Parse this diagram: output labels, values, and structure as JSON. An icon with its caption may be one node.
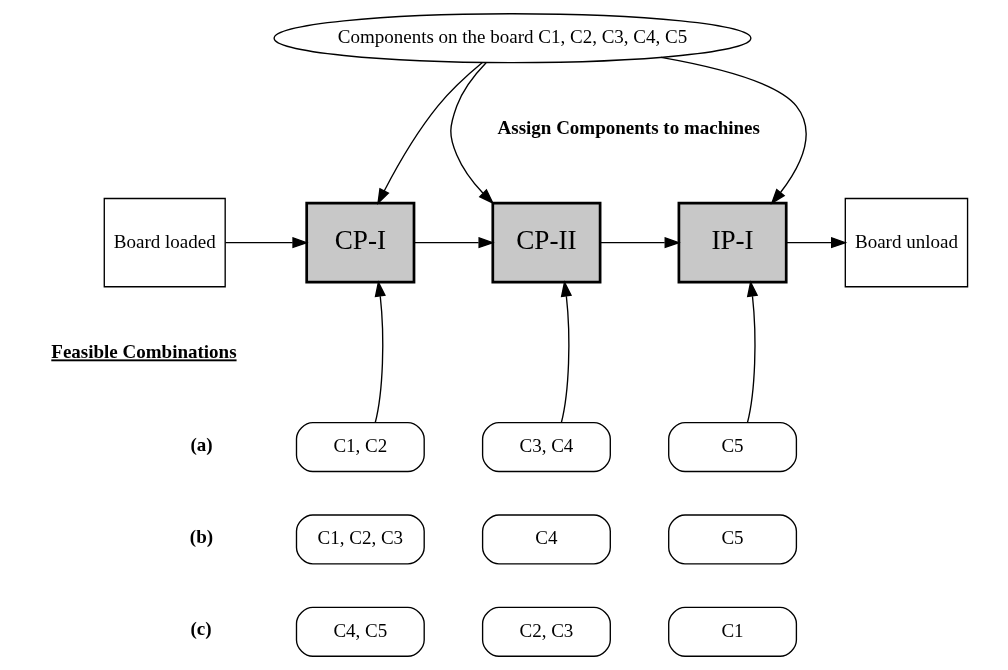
{
  "diagram": {
    "nodes": [
      {
        "text": [
          "Components on the board C1, C2, C3, C4, C5"
        ]
      },
      {
        "text": [
          "Board loaded"
        ]
      },
      {
        "text": [
          "CP-I"
        ]
      },
      {
        "text": [
          "CP-II"
        ]
      },
      {
        "text": [
          "IP-I"
        ]
      },
      {
        "text": [
          "Board unload"
        ]
      },
      {
        "text": [
          "C1, C2"
        ]
      },
      {
        "text": [
          "C3, C4"
        ]
      },
      {
        "text": [
          "C5"
        ]
      },
      {
        "text": [
          "C1, C2, C3"
        ]
      },
      {
        "text": [
          "C4"
        ]
      },
      {
        "text": [
          "C5"
        ]
      },
      {
        "text": [
          "C4, C5"
        ]
      },
      {
        "text": [
          "C2, C3"
        ]
      },
      {
        "text": [
          "C1"
        ]
      }
    ],
    "edges": [
      {
        "from": 0,
        "to": 2,
        "arrow": "to"
      },
      {
        "from": 0,
        "to": 3,
        "arrow": "to"
      },
      {
        "from": 0,
        "to": 4,
        "arrow": "to"
      },
      {
        "from": 1,
        "to": 2,
        "arrow": "to"
      },
      {
        "from": 2,
        "to": 3,
        "arrow": "to"
      },
      {
        "from": 3,
        "to": 4,
        "arrow": "to"
      },
      {
        "from": 4,
        "to": 5,
        "arrow": "to"
      },
      {
        "from": 6,
        "to": 2,
        "arrow": "to"
      },
      {
        "from": 7,
        "to": 3,
        "arrow": "to"
      },
      {
        "from": 8,
        "to": 4,
        "arrow": "to"
      }
    ],
    "labels": [
      "Assign Components to machines",
      "Feasible Combinations",
      "(a)",
      "(b)",
      "(c)"
    ]
  }
}
